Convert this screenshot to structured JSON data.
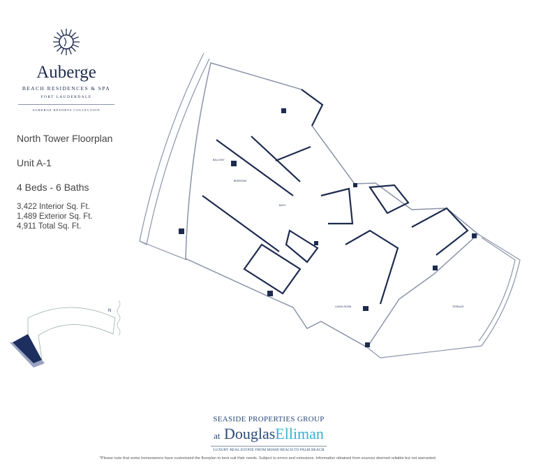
{
  "logo": {
    "name": "Auberge",
    "subtitle": "BEACH RESIDENCES & SPA",
    "location": "FORT LAUDERDALE",
    "collection": "AUBERGE RESORTS COLLECTION"
  },
  "unit": {
    "title": "North Tower Floorplan",
    "unit": "Unit  A-1",
    "beds_baths": "4 Beds - 6 Baths",
    "interior": "3,422 Interior Sq. Ft.",
    "exterior": "1,489 Exterior Sq. Ft.",
    "total": "4,911 Total Sq. Ft."
  },
  "plan": {
    "balcony": "BALCONY",
    "terrace": "TERRACE",
    "living": "LIVING ROOM",
    "bedroom": "BEDROOM",
    "bath": "BATH",
    "north": "N",
    "wall_color": "#1d2b4f",
    "highlight_color": "#1d2f5e"
  },
  "broker": {
    "line1": "SEASIDE PROPERTIES GROUP",
    "at": "at",
    "douglas": "Douglas",
    "elliman": "Elliman",
    "tagline": "LUXURY REAL ESTATE FROM MIAMI BEACH TO PALM BEACH",
    "accent": "#37b2cf"
  },
  "disclaimer": "*Please note that some homeowners have customized the floorplan to best suit their needs. Subject to errors and omissions. Information obtained from sources deemed reliable but not warranted."
}
